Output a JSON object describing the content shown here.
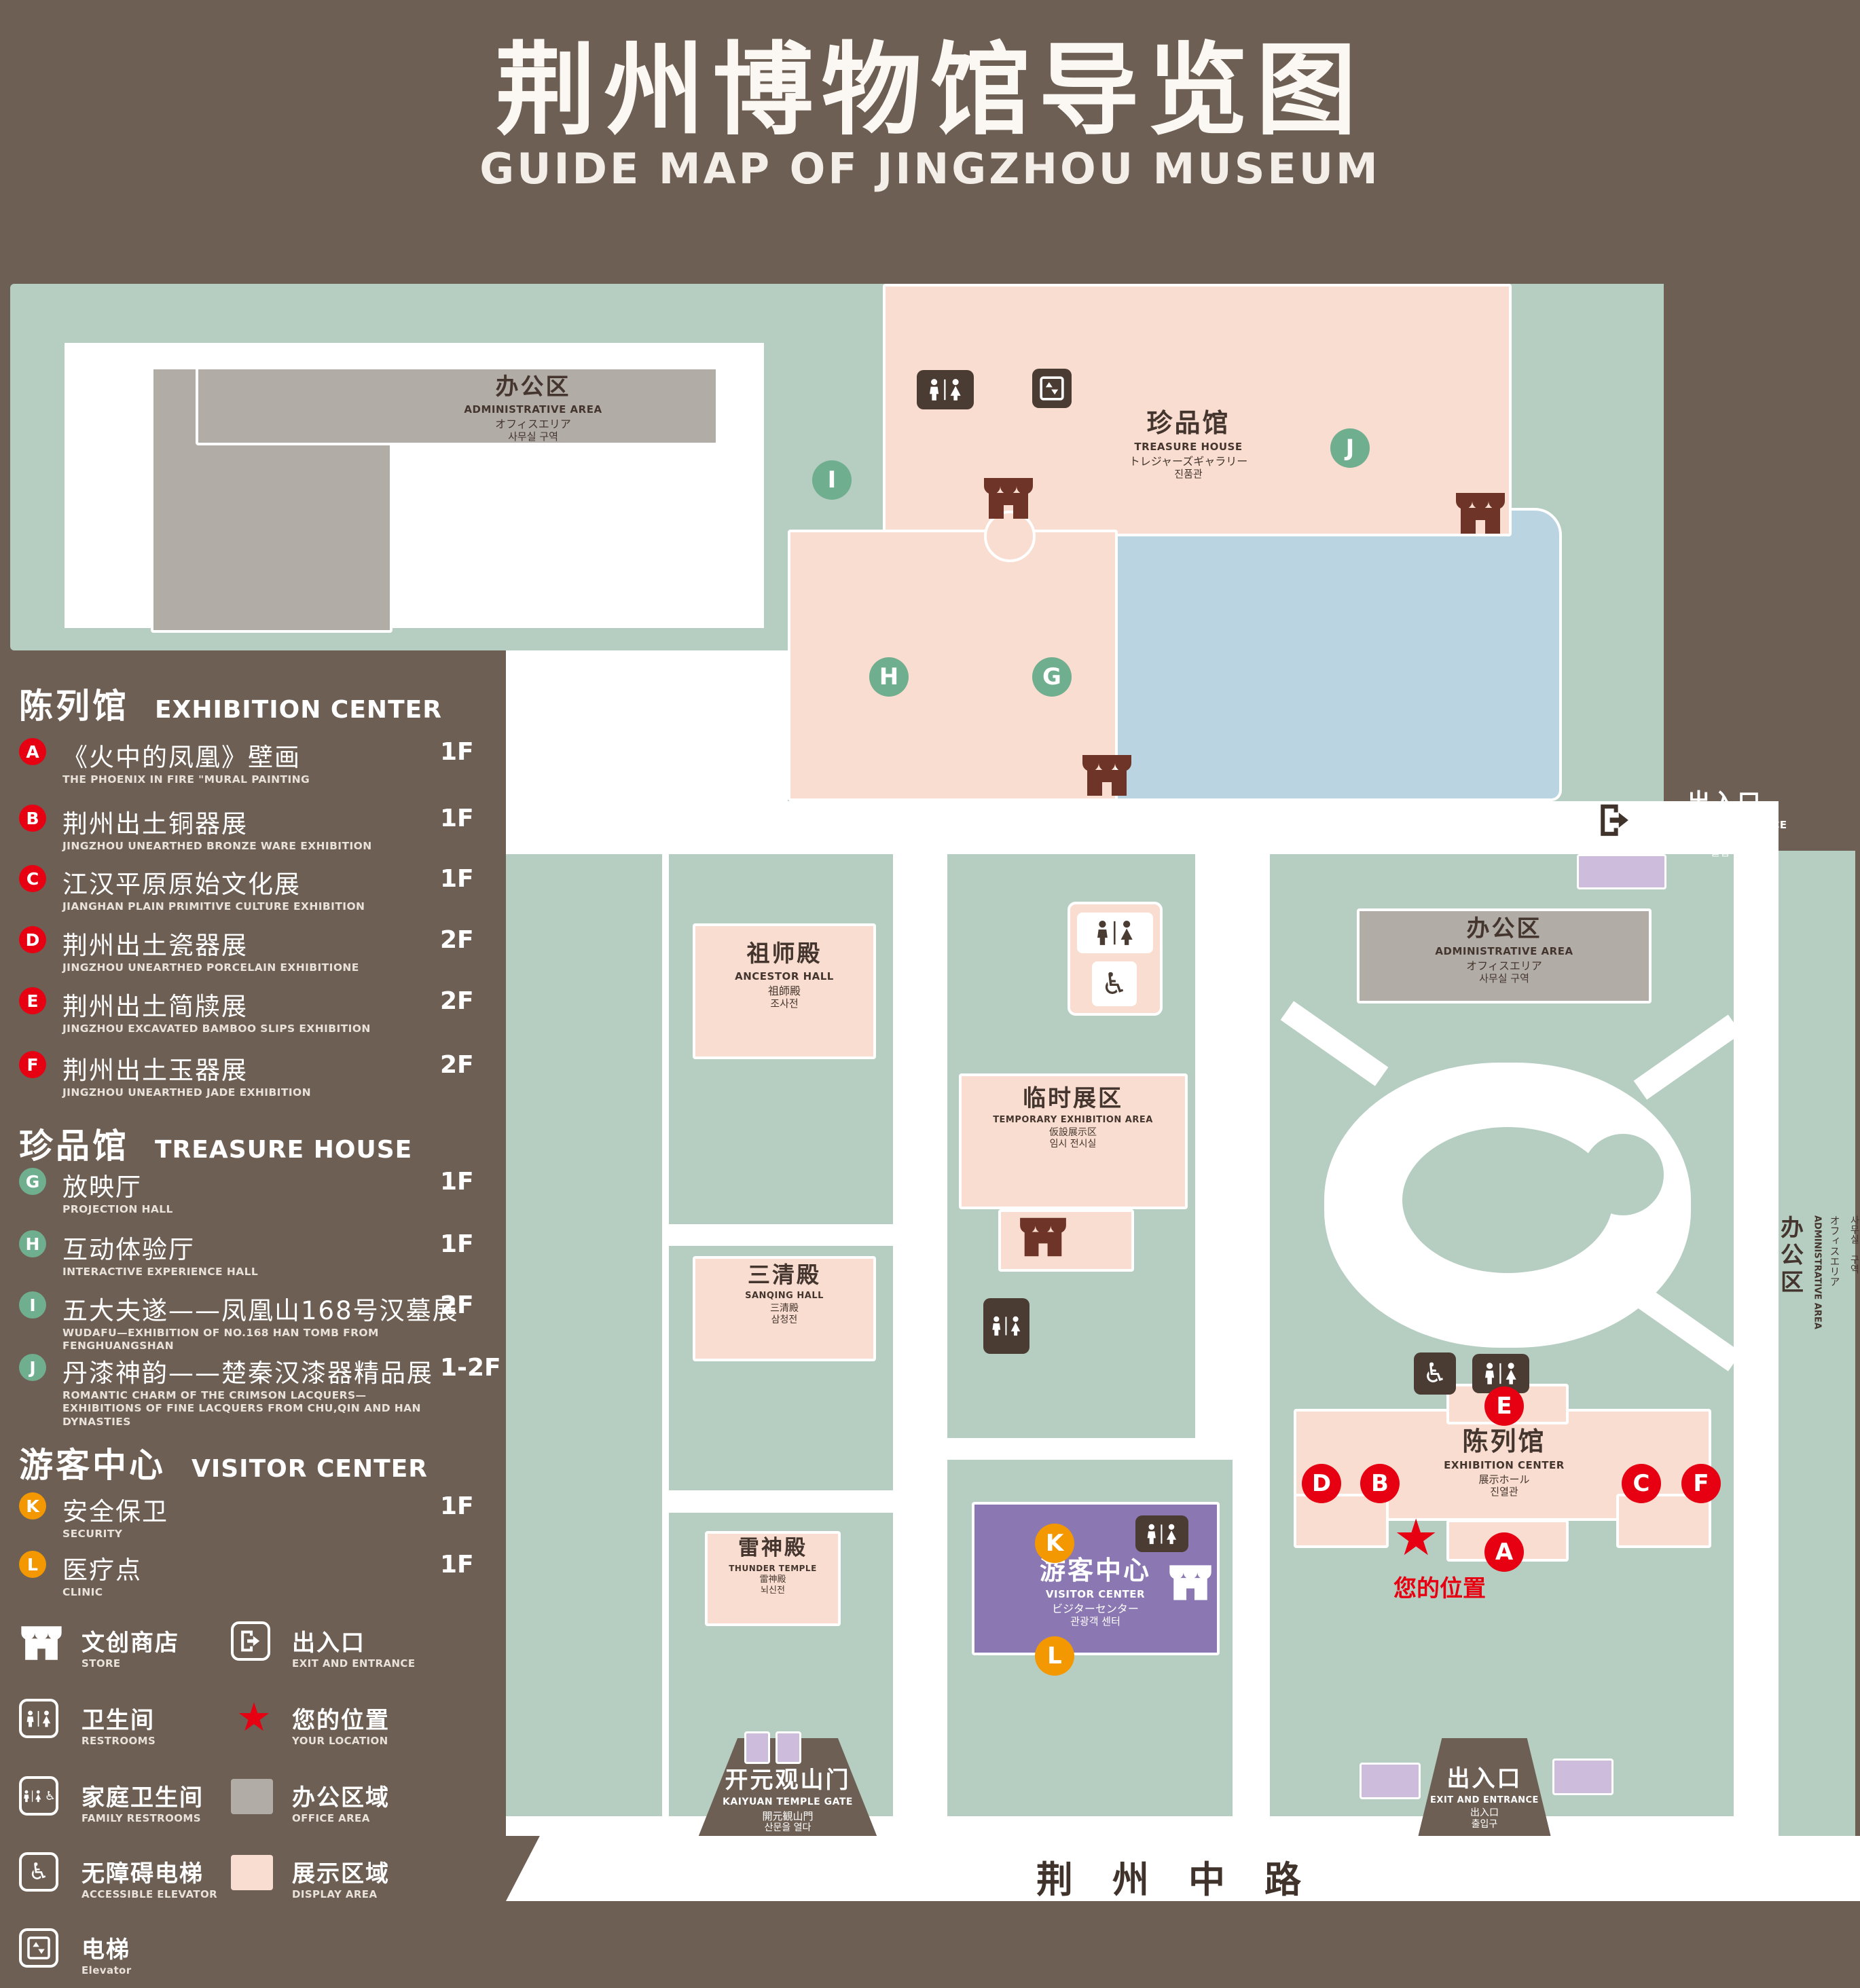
{
  "header": {
    "title": "荆州博物馆导览图",
    "subtitle": "GUIDE MAP OF JINGZHOU MUSEUM"
  },
  "colors": {
    "background": "#6e5f54",
    "lawn_green": "#b6cec1",
    "display_pink": "#f9ddd0",
    "office_gray": "#b2aca6",
    "water_blue": "#bad4e2",
    "visitor_purple": "#8b78b3",
    "entrance_pad_purple": "#cdbcdc",
    "marker_red": "#e60012",
    "marker_green": "#6fae8e",
    "marker_orange": "#f39800",
    "store_maroon": "#6f3428"
  },
  "legend": {
    "sections": [
      {
        "zh": "陈列馆",
        "en": "EXHIBITION CENTER",
        "items": [
          {
            "letter": "A",
            "zh": "《火中的凤凰》壁画",
            "en": "THE PHOENIX IN FIRE \"MURAL PAINTING",
            "floor": "1F"
          },
          {
            "letter": "B",
            "zh": "荆州出土铜器展",
            "en": "JINGZHOU UNEARTHED BRONZE WARE EXHIBITION",
            "floor": "1F"
          },
          {
            "letter": "C",
            "zh": "江汉平原原始文化展",
            "en": "JIANGHAN PLAIN PRIMITIVE CULTURE EXHIBITION",
            "floor": "1F"
          },
          {
            "letter": "D",
            "zh": "荆州出土瓷器展",
            "en": "JINGZHOU UNEARTHED PORCELAIN EXHIBITIONE",
            "floor": "2F"
          },
          {
            "letter": "E",
            "zh": "荆州出土简牍展",
            "en": "JINGZHOU EXCAVATED BAMBOO SLIPS EXHIBITION",
            "floor": "2F"
          },
          {
            "letter": "F",
            "zh": "荆州出土玉器展",
            "en": "JINGZHOU UNEARTHED JADE EXHIBITION",
            "floor": "2F"
          }
        ]
      },
      {
        "zh": "珍品馆",
        "en": "TREASURE HOUSE",
        "items": [
          {
            "letter": "G",
            "zh": "放映厅",
            "en": "PROJECTION HALL",
            "floor": "1F"
          },
          {
            "letter": "H",
            "zh": "互动体验厅",
            "en": "INTERACTIVE EXPERIENCE HALL",
            "floor": "1F"
          },
          {
            "letter": "I",
            "zh": "五大夫遂——凤凰山168号汉墓展",
            "en": "WUDAFU—EXHIBITION OF NO.168 HAN TOMB FROM FENGHUANGSHAN",
            "floor": "2F"
          },
          {
            "letter": "J",
            "zh": "丹漆神韵——楚秦汉漆器精品展",
            "en": "ROMANTIC CHARM OF THE CRIMSON LACQUERS—EXHIBITIONS OF FINE LACQUERS FROM CHU,QIN AND HAN DYNASTIES",
            "floor": "1-2F"
          }
        ]
      },
      {
        "zh": "游客中心",
        "en": "VISITOR CENTER",
        "items": [
          {
            "letter": "K",
            "zh": "安全保卫",
            "en": "SECURITY",
            "floor": "1F"
          },
          {
            "letter": "L",
            "zh": "医疗点",
            "en": "CLINIC",
            "floor": "1F"
          }
        ]
      }
    ],
    "symbols": {
      "store": {
        "zh": "文创商店",
        "en": "STORE"
      },
      "exit": {
        "zh": "出入口",
        "en": "EXIT AND ENTRANCE"
      },
      "restroom": {
        "zh": "卫生间",
        "en": "RESTROOMS"
      },
      "location": {
        "zh": "您的位置",
        "en": "YOUR LOCATION"
      },
      "family": {
        "zh": "家庭卫生间",
        "en": "FAMILY RESTROOMS"
      },
      "office": {
        "zh": "办公区域",
        "en": "OFFICE AREA"
      },
      "accessible": {
        "zh": "无障碍电梯",
        "en": "ACCESSIBLE ELEVATOR"
      },
      "display": {
        "zh": "展示区域",
        "en": "DISPLAY AREA"
      },
      "elevator": {
        "zh": "电梯",
        "en": "Elevator"
      }
    }
  },
  "map": {
    "admin_top": {
      "zh": "办公区",
      "en": "ADMINISTRATIVE AREA",
      "ja": "オフィスエリア",
      "ko": "사무실 구역"
    },
    "treasure": {
      "zh": "珍品馆",
      "en": "TREASURE HOUSE",
      "ja": "トレジャーズギャラリー",
      "ko": "진품관"
    },
    "exit_top": {
      "zh": "出入口",
      "en": "EXIT AND ENTRANCE",
      "ja": "出入口",
      "ko": "출입구"
    },
    "admin_right": {
      "zh": "办公区",
      "en": "ADMINISTRATIVE AREA",
      "ja": "オフィスエリア",
      "ko": "사무실 구역"
    },
    "admin_strip": {
      "zh": "办公区",
      "en": "ADMINISTRATIVE AREA",
      "ja": "オフィスエリア",
      "ko": "사무실 구역"
    },
    "ancestor": {
      "zh": "祖师殿",
      "en": "ANCESTOR HALL",
      "ja": "祖師殿",
      "ko": "조사전"
    },
    "temporary": {
      "zh": "临时展区",
      "en": "TEMPORARY EXHIBITION AREA",
      "ja": "仮設展示区",
      "ko": "임시 전시실"
    },
    "sanqing": {
      "zh": "三清殿",
      "en": "SANQING HALL",
      "ja": "三清殿",
      "ko": "삼청전"
    },
    "thunder": {
      "zh": "雷神殿",
      "en": "THUNDER TEMPLE",
      "ja": "雷神殿",
      "ko": "뇌신전"
    },
    "visitor": {
      "zh": "游客中心",
      "en": "VISITOR CENTER",
      "ja": "ビジターセンター",
      "ko": "관광객 센터"
    },
    "exhibition": {
      "zh": "陈列馆",
      "en": "EXHIBITION CENTER",
      "ja": "展示ホール",
      "ko": "진열관"
    },
    "gate": {
      "zh": "开元观山门",
      "en": "KAIYUAN TEMPLE GATE",
      "ja": "開元観山門",
      "ko": "산문을 열다"
    },
    "exit_bottom": {
      "zh": "出入口",
      "en": "EXIT AND ENTRANCE",
      "ja": "出入口",
      "ko": "출입구"
    },
    "road": "荆州中路",
    "your_location": "您的位置",
    "markers": {
      "a": "A",
      "b": "B",
      "c": "C",
      "d": "D",
      "e": "E",
      "f": "F",
      "g": "G",
      "h": "H",
      "i": "I",
      "j": "J",
      "k": "K",
      "l": "L"
    }
  }
}
